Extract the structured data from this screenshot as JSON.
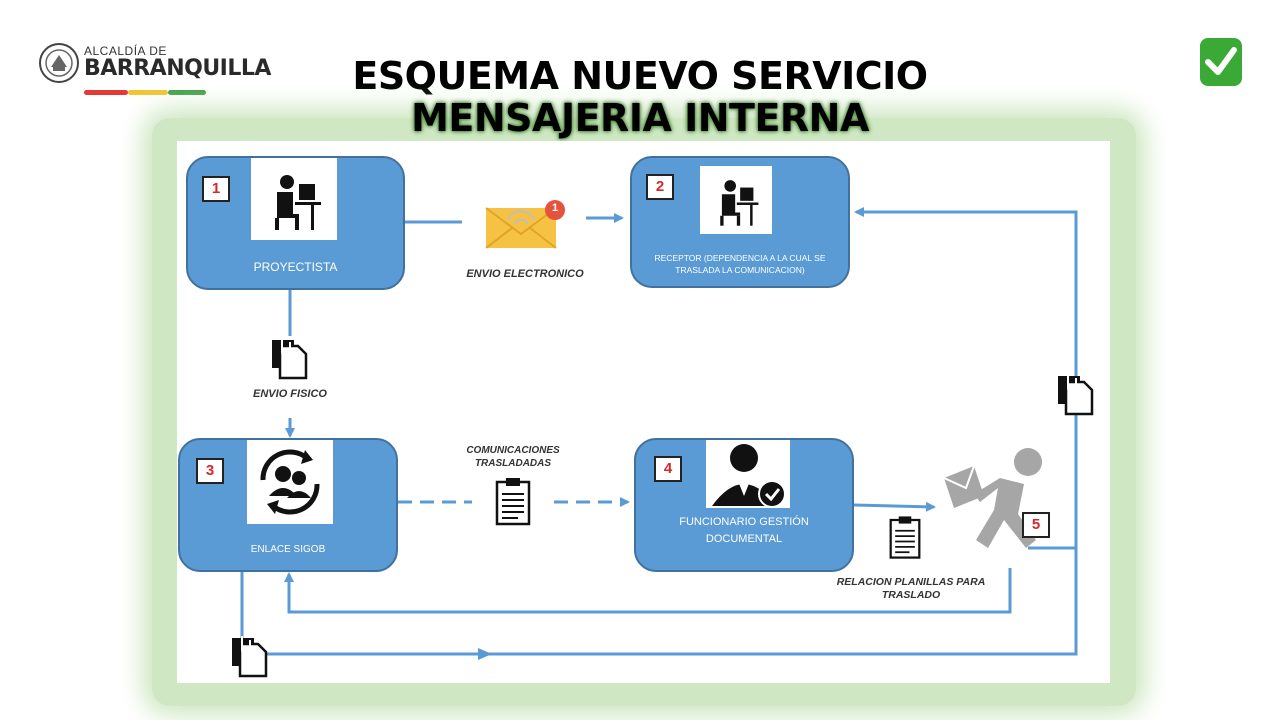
{
  "header": {
    "logo_small": "ALCALDÍA DE",
    "logo_big": "BARRANQUILLA",
    "title_line1": "ESQUEMA NUEVO SERVICIO",
    "title_line2": "MENSAJERIA INTERNA"
  },
  "colors": {
    "box_fill": "#5b9bd5",
    "box_border": "#41719c",
    "arrow": "#5b9bd5",
    "number": "#d62828",
    "logo_red": "#e53935",
    "logo_yellow": "#f4c430",
    "logo_green": "#43a047",
    "brand_green": "#3aa935"
  },
  "nodes": [
    {
      "number": "1",
      "label": "PROYECTISTA",
      "icon": "person-at-computer-icon"
    },
    {
      "number": "2",
      "label": "RECEPTOR (DEPENDENCIA A LA CUAL SE TRASLADA LA COMUNICACION)",
      "icon": "person-at-computer-icon"
    },
    {
      "number": "3",
      "label": "ENLACE SIGOB",
      "icon": "people-sync-icon"
    },
    {
      "number": "4",
      "label": "FUNCIONARIO GESTIÓN DOCUMENTAL",
      "icon": "person-check-icon"
    },
    {
      "number": "5",
      "label": "",
      "icon": "running-courier-icon"
    }
  ],
  "edges": {
    "envio_electronico": "ENVIO ELECTRONICO",
    "envio_fisico": "ENVIO FISICO",
    "comunicaciones_line1": "COMUNICACIONES",
    "comunicaciones_line2": "TRASLADADAS",
    "relacion_line1": "RELACION PLANILLAS PARA",
    "relacion_line2": "TRASLADO"
  },
  "notification_count": "1"
}
